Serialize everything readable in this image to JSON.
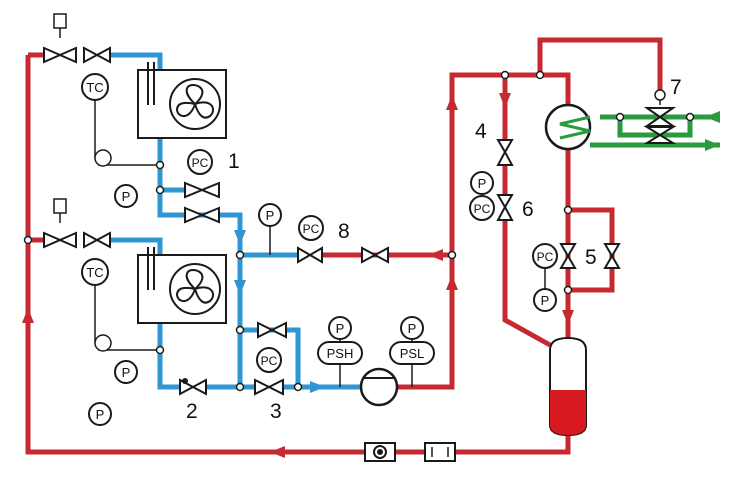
{
  "colors": {
    "red_line": "#c62a30",
    "blue_line": "#2f96d2",
    "green_line": "#2a9a3e",
    "outline": "#1a1a1a",
    "receiver_liquid": "#d71920",
    "background": "#ffffff"
  },
  "callouts": {
    "n1": "1",
    "n2": "2",
    "n3": "3",
    "n4": "4",
    "n5": "5",
    "n6": "6",
    "n7": "7",
    "n8": "8"
  },
  "gauges": {
    "tc": "TC",
    "pc": "PC",
    "p": "P",
    "psh": "PSH",
    "psl": "PSL"
  },
  "icons": [
    "fan-icon",
    "valve-icon",
    "compressor-icon",
    "condenser-coil-icon",
    "receiver-icon",
    "sight-glass-icon",
    "filter-drier-icon",
    "flow-arrow-icon"
  ]
}
